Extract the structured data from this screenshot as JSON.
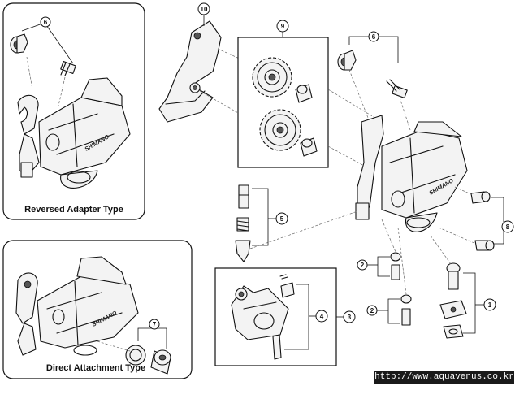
{
  "callouts": {
    "c1": "1",
    "c2a": "2",
    "c2b": "2",
    "c3": "3",
    "c4": "4",
    "c5": "5",
    "c6_left": "6",
    "c6_right": "6",
    "c7": "7",
    "c8": "8",
    "c9": "9",
    "c10": "10"
  },
  "captions": {
    "reversed": "Reversed Adapter Type",
    "direct": "Direct Attachment Type"
  },
  "brand_marks": {
    "main": "SHIMANO",
    "reversed": "SHIMANO",
    "direct": "SHIMANO"
  },
  "watermark": "http://www.aquavenus.co.kr"
}
